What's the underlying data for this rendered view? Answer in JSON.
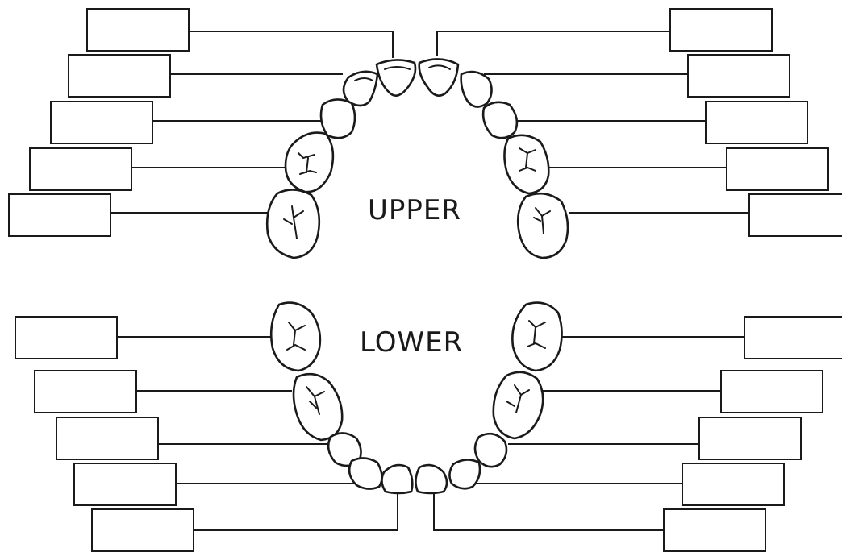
{
  "upper": {
    "label": "UPPER",
    "boxes": [
      {
        "id": "upper-left-1"
      },
      {
        "id": "upper-left-2"
      },
      {
        "id": "upper-left-3"
      },
      {
        "id": "upper-left-4"
      },
      {
        "id": "upper-left-5"
      },
      {
        "id": "upper-right-1"
      },
      {
        "id": "upper-right-2"
      },
      {
        "id": "upper-right-3"
      },
      {
        "id": "upper-right-4"
      },
      {
        "id": "upper-right-5"
      }
    ]
  },
  "lower": {
    "label": "LOWER",
    "boxes": [
      {
        "id": "lower-left-1"
      },
      {
        "id": "lower-left-2"
      },
      {
        "id": "lower-left-3"
      },
      {
        "id": "lower-left-4"
      },
      {
        "id": "lower-left-5"
      },
      {
        "id": "lower-right-1"
      },
      {
        "id": "lower-right-2"
      },
      {
        "id": "lower-right-3"
      },
      {
        "id": "lower-right-4"
      },
      {
        "id": "lower-right-5"
      }
    ]
  },
  "colors": {
    "stroke": "#1a1a1a",
    "background": "#ffffff"
  }
}
